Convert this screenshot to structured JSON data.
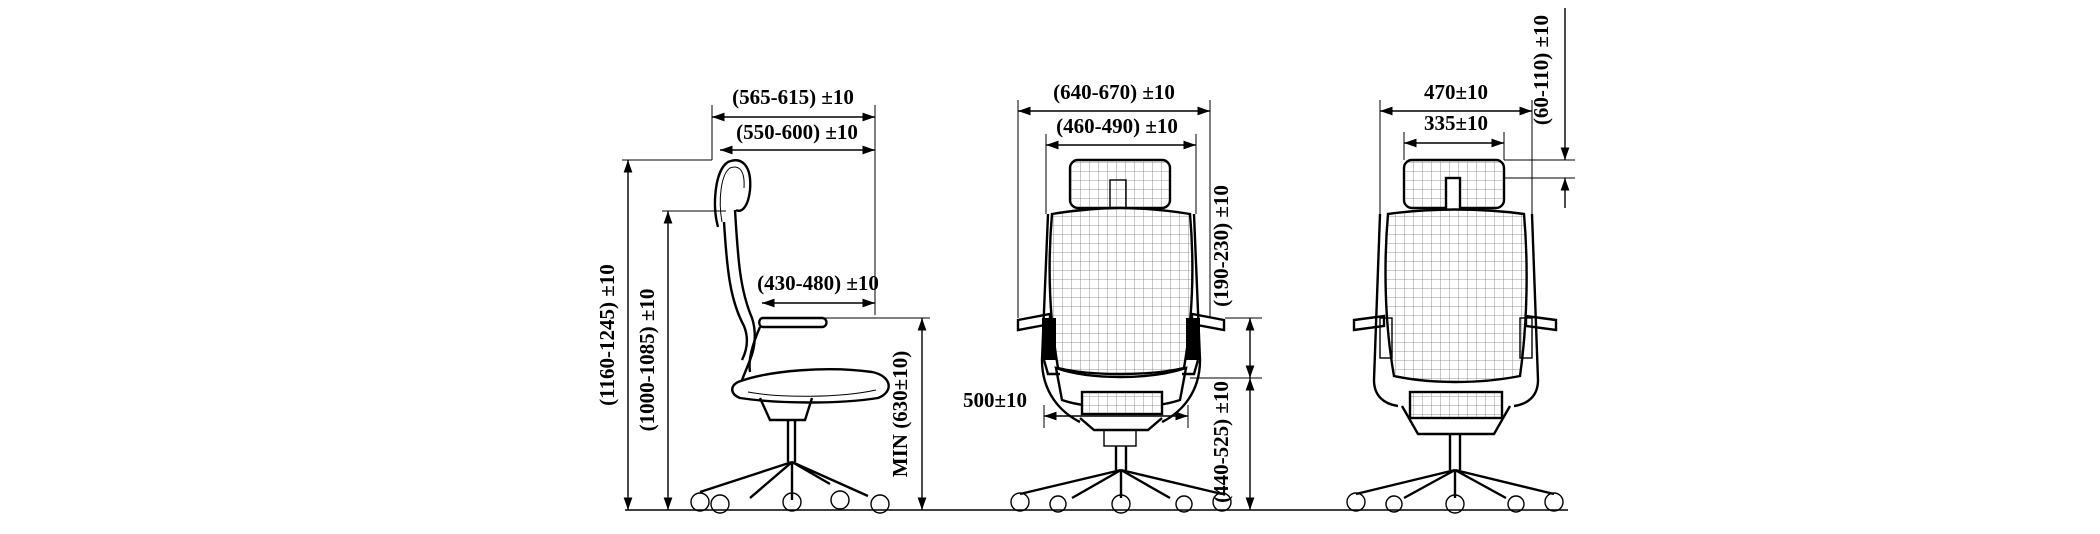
{
  "dimensions": {
    "side": {
      "top_outer": "(565-615) ±10",
      "top_inner": "(550-600) ±10",
      "armrest_depth": "(430-480) ±10",
      "total_height": "(1160-1245) ±10",
      "back_height": "(1000-1085) ±10",
      "armrest_height": "MIN (630±10)"
    },
    "front": {
      "overall_width": "(640-670) ±10",
      "inner_width": "(460-490) ±10",
      "seat_width": "500±10",
      "armrest_to_seat": "(190-230) ±10",
      "seat_height": "(440-525) ±10"
    },
    "back": {
      "back_width": "470±10",
      "headrest_width": "335±10",
      "headrest_adjust": "(60-110) ±10"
    }
  }
}
